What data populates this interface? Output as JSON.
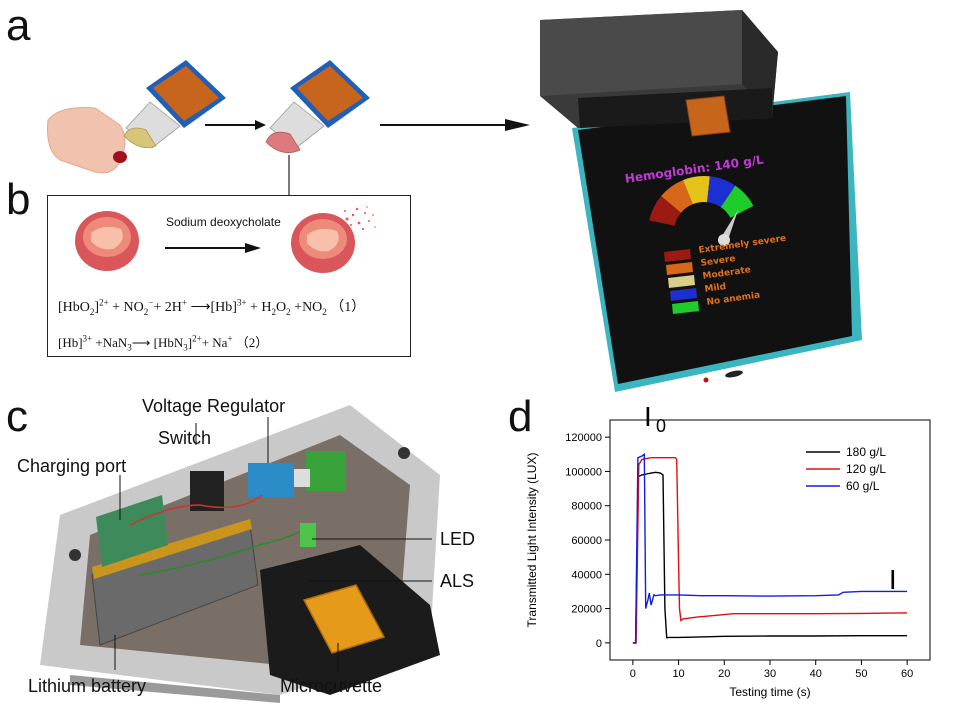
{
  "panel_labels": {
    "a": "a",
    "b": "b",
    "c": "c",
    "d": "d"
  },
  "panel_b": {
    "reagent": "Sodium deoxycholate",
    "equations": [
      {
        "text_parts": [
          "[HbO",
          "2",
          "]",
          "2+",
          " + NO",
          "2",
          "−",
          "+ 2H",
          "+",
          "  ⟶[Hb]",
          "3+",
          " + H",
          "2",
          "O",
          "2",
          " +NO",
          "2",
          " ",
          "（1）"
        ]
      },
      {
        "text_parts": [
          "[Hb]",
          "3+",
          " +NaN",
          "3",
          "⟶ [HbN",
          "3",
          "]",
          "2+",
          "+ Na",
          "+",
          "  （2）"
        ]
      }
    ]
  },
  "phone": {
    "reading": "Hemoglobin: 140 g/L",
    "legend": [
      {
        "label": "Extremely severe",
        "color": "#9b1b12"
      },
      {
        "label": "Severe",
        "color": "#d8671a"
      },
      {
        "label": "Moderate",
        "color": "#d8cf8a"
      },
      {
        "label": "Mild",
        "color": "#1c2fd0"
      },
      {
        "label": "No anemia",
        "color": "#1fcd2a"
      }
    ],
    "gauge_colors": [
      "#9b1b12",
      "#d8671a",
      "#e3c21a",
      "#1c2fd0",
      "#1fcd2a"
    ],
    "text_color": "#c23ad6",
    "legend_text_color": "#e0701a"
  },
  "panel_c": {
    "labels": {
      "voltage_regulator": "Voltage Regulator",
      "switch": "Switch",
      "charging_port": "Charging port",
      "led": "LED",
      "als": "ALS",
      "lithium_battery": "Lithium battery",
      "microcuvette": "Microcuvette"
    }
  },
  "chart_data": {
    "type": "line",
    "xlabel": "Testing time (s)",
    "ylabel": "Transmitted Light Intensity (LUX)",
    "xlim": [
      -5,
      65
    ],
    "ylim": [
      -10000,
      130000
    ],
    "xticks": [
      0,
      10,
      20,
      30,
      40,
      50,
      60
    ],
    "yticks": [
      0,
      20000,
      40000,
      60000,
      80000,
      100000,
      120000
    ],
    "annotations": {
      "i0": "I",
      "i0_sub": "0",
      "i": "I"
    },
    "legend_position": "top-right",
    "series": [
      {
        "name": "180 g/L",
        "color": "#000000",
        "points": [
          [
            0,
            0
          ],
          [
            0.6,
            0
          ],
          [
            1.2,
            97000
          ],
          [
            2,
            98000
          ],
          [
            3,
            98500
          ],
          [
            4,
            99000
          ],
          [
            5,
            99500
          ],
          [
            6,
            99000
          ],
          [
            6.6,
            98000
          ],
          [
            7,
            20000
          ],
          [
            7.4,
            3000
          ],
          [
            8,
            3200
          ],
          [
            10,
            3200
          ],
          [
            15,
            3500
          ],
          [
            20,
            3800
          ],
          [
            30,
            4000
          ],
          [
            40,
            4000
          ],
          [
            50,
            4200
          ],
          [
            60,
            4200
          ]
        ]
      },
      {
        "name": "120 g/L",
        "color": "#e01010",
        "points": [
          [
            0,
            0
          ],
          [
            0.7,
            0
          ],
          [
            1.3,
            104000
          ],
          [
            2,
            107000
          ],
          [
            4,
            108000
          ],
          [
            6,
            108000
          ],
          [
            8,
            108000
          ],
          [
            9.3,
            108000
          ],
          [
            9.6,
            107000
          ],
          [
            10,
            46000
          ],
          [
            10.2,
            20000
          ],
          [
            10.5,
            13000
          ],
          [
            11,
            14000
          ],
          [
            14,
            15000
          ],
          [
            18,
            16000
          ],
          [
            22,
            17000
          ],
          [
            30,
            17000
          ],
          [
            40,
            17000
          ],
          [
            50,
            17200
          ],
          [
            60,
            17500
          ]
        ]
      },
      {
        "name": "60   g/L",
        "color": "#1020e0",
        "points": [
          [
            0,
            0
          ],
          [
            0.6,
            0
          ],
          [
            1.1,
            108000
          ],
          [
            2,
            109000
          ],
          [
            2.5,
            110000
          ],
          [
            2.8,
            20000
          ],
          [
            3.3,
            25000
          ],
          [
            3.6,
            29000
          ],
          [
            4,
            22000
          ],
          [
            4.6,
            28000
          ],
          [
            5,
            27500
          ],
          [
            6,
            28000
          ],
          [
            8,
            28000
          ],
          [
            10,
            28000
          ],
          [
            15,
            27500
          ],
          [
            20,
            27500
          ],
          [
            30,
            27300
          ],
          [
            40,
            27500
          ],
          [
            45,
            28000
          ],
          [
            46,
            29500
          ],
          [
            50,
            30000
          ],
          [
            60,
            30000
          ]
        ]
      }
    ]
  }
}
